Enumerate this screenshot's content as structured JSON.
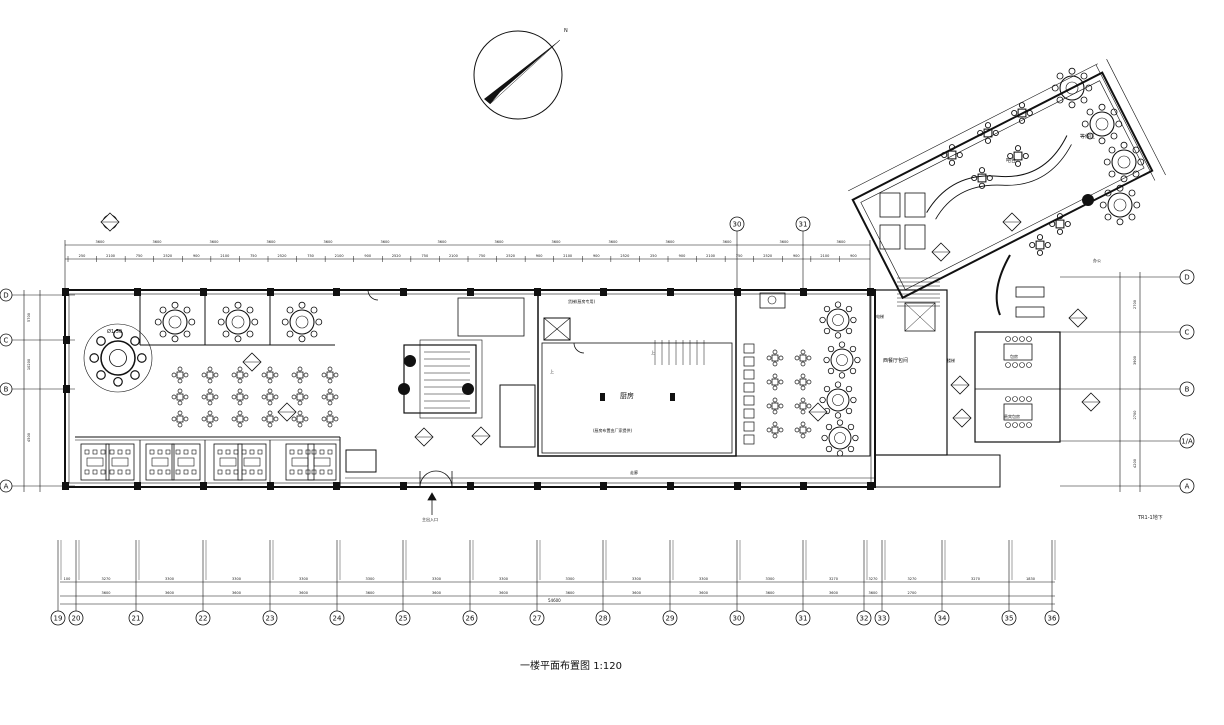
{
  "drawing": {
    "title": "一楼平面布置图",
    "scale": "1:120",
    "north_label": "N",
    "side_note": "TR1-1地下"
  },
  "grid_bottom": {
    "labels": [
      "19",
      "20",
      "21",
      "22",
      "23",
      "24",
      "25",
      "26",
      "27",
      "28",
      "29",
      "30",
      "31",
      "32",
      "33",
      "34",
      "35",
      "36"
    ],
    "dims_row1": [
      "100",
      "3270",
      "3300",
      "3300",
      "3300",
      "3300",
      "3300",
      "3300",
      "3300",
      "3300",
      "3300",
      "3300",
      "3270",
      "3270",
      "3270",
      "3270",
      "1830",
      "270"
    ],
    "dims_row2": [
      "3600",
      "3600",
      "3600",
      "3600",
      "3600",
      "3600",
      "3600",
      "3600",
      "3600",
      "3600",
      "3600",
      "3600",
      "3600",
      "2700"
    ],
    "total": "54600"
  },
  "grid_left": {
    "labels": [
      "D",
      "C",
      "B",
      "A"
    ],
    "dims": [
      "5700",
      "10200",
      "4500"
    ]
  },
  "grid_right": {
    "labels": [
      "D",
      "C",
      "B",
      "1/A",
      "A"
    ],
    "dims": [
      "2700",
      "3900",
      "2700",
      "4200"
    ]
  },
  "grid_top": {
    "labels": [
      "30",
      "31"
    ]
  },
  "top_dims": [
    "250",
    "2100",
    "750",
    "2520",
    "900",
    "2100",
    "750",
    "2520",
    "750",
    "2100",
    "900",
    "2520",
    "750",
    "2100",
    "750",
    "2520",
    "900",
    "2100",
    "900",
    "2520",
    "250",
    "900",
    "2100",
    "750",
    "2520",
    "900",
    "2100",
    "900"
  ],
  "top_dims_row2": [
    "3600",
    "3600",
    "3600",
    "3600",
    "3600",
    "3600",
    "3600",
    "3600",
    "3600",
    "3600",
    "3600",
    "3600",
    "3600",
    "3600"
  ],
  "rooms": {
    "kitchen": "厨房",
    "kitchen_note": "(厨房布置由厂家提供)",
    "dining_hall": "西餐厅包间",
    "stair": "楼梯",
    "corridor": "走廊",
    "waiting": "等候区",
    "bar": "吧台",
    "elevator": "电梯",
    "entrance": "主出入口",
    "vip1": "包房",
    "vip2": "贵宾包房",
    "office": "办公"
  },
  "misc_labels": {
    "elev_tag": "货梯(厨房专用)",
    "stair_up": "上",
    "stair_up2": "上",
    "round_table": "Ø1.50"
  }
}
